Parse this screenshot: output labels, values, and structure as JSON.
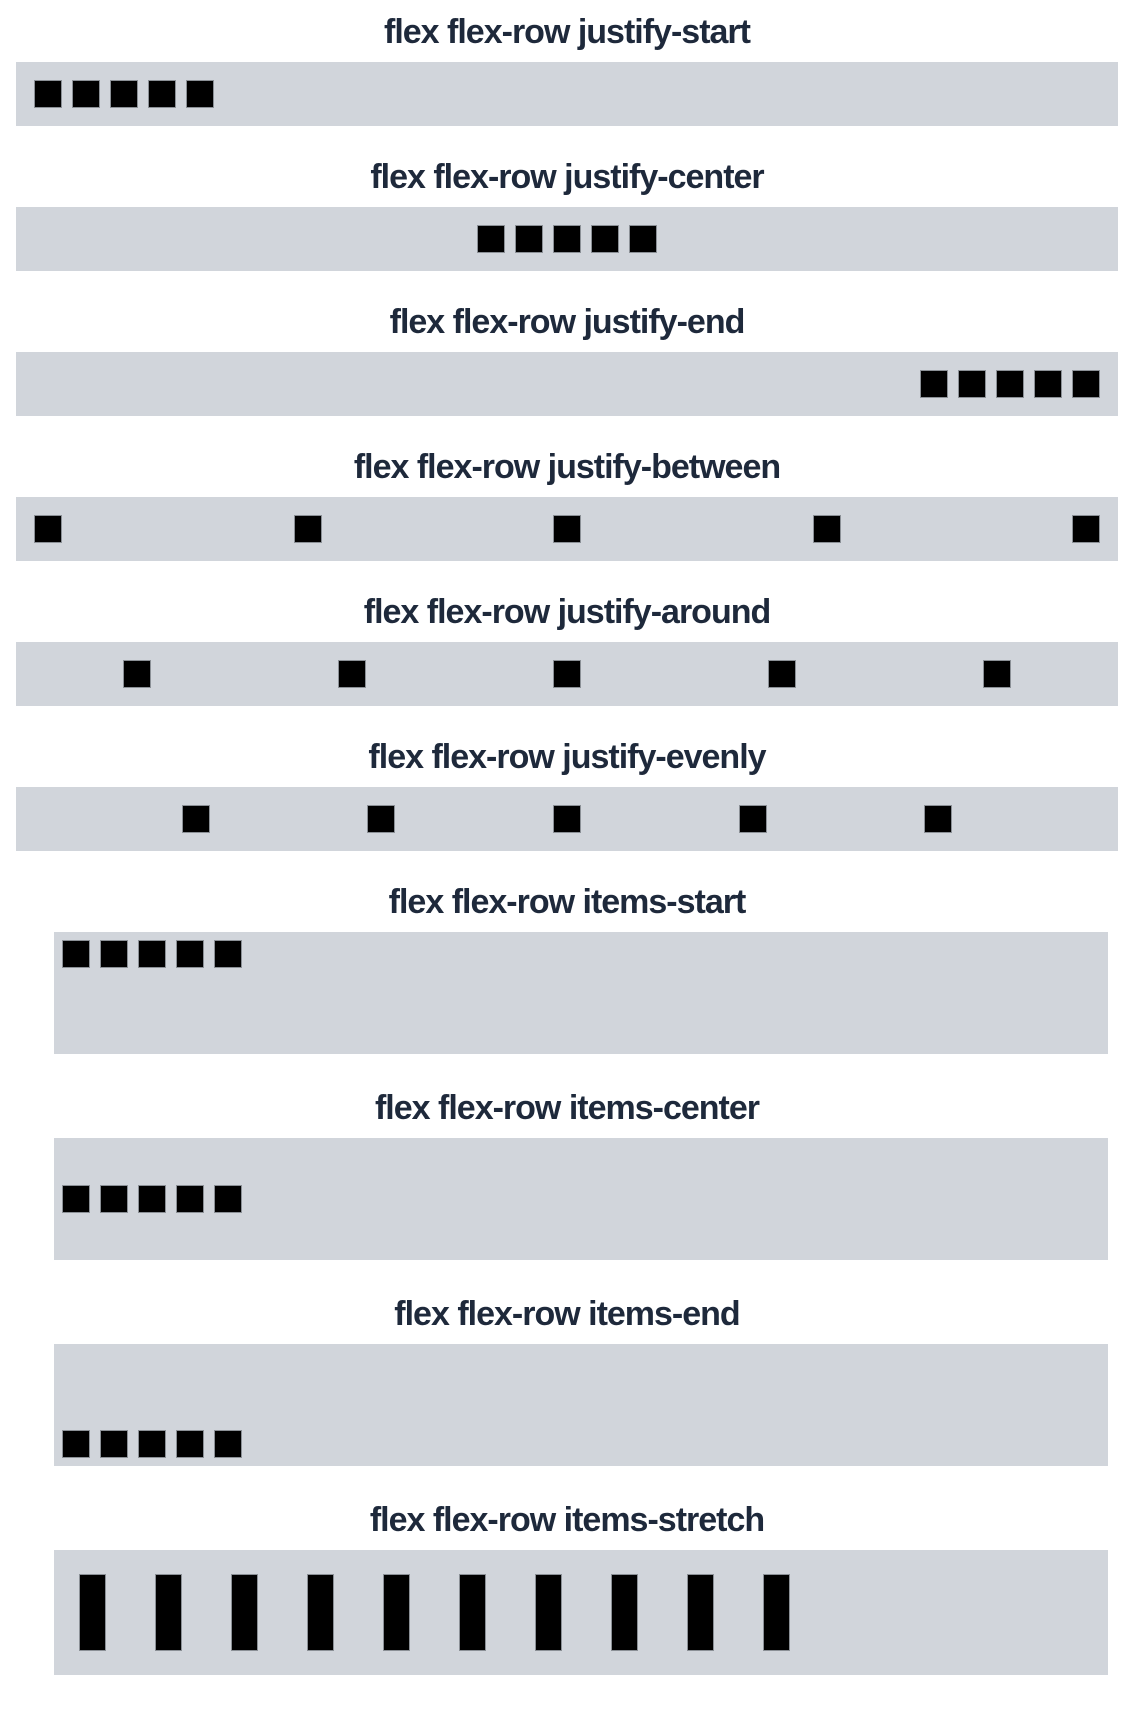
{
  "page": {
    "background": "#ffffff",
    "description": "flexbox alignment demo page"
  },
  "colors": {
    "container_bg": "#d1d5db",
    "item_bg": "#000000",
    "item_border": "#8b9096",
    "title_color": "#1e293b"
  },
  "sections": [
    {
      "title": "flex flex-row justify-start",
      "kind": "justify",
      "justify": "flex-start",
      "align": "center",
      "item_count": 5
    },
    {
      "title": "flex flex-row justify-center",
      "kind": "justify",
      "justify": "center",
      "align": "center",
      "item_count": 5
    },
    {
      "title": "flex flex-row justify-end",
      "kind": "justify",
      "justify": "flex-end",
      "align": "center",
      "item_count": 5
    },
    {
      "title": "flex flex-row justify-between",
      "kind": "justify",
      "justify": "space-between",
      "align": "center",
      "item_count": 5
    },
    {
      "title": "flex flex-row justify-around",
      "kind": "justify",
      "justify": "space-around",
      "align": "center",
      "item_count": 5
    },
    {
      "title": "flex flex-row justify-evenly",
      "kind": "justify",
      "justify": "space-evenly",
      "align": "center",
      "item_count": 5
    },
    {
      "title": "flex flex-row items-start",
      "kind": "items",
      "justify": "flex-start",
      "align": "flex-start",
      "item_count": 5
    },
    {
      "title": "flex flex-row items-center",
      "kind": "items",
      "justify": "flex-start",
      "align": "center",
      "item_count": 5
    },
    {
      "title": "flex flex-row items-end",
      "kind": "items",
      "justify": "flex-start",
      "align": "flex-end",
      "item_count": 5
    },
    {
      "title": "flex flex-row items-stretch",
      "kind": "stretch",
      "justify": "flex-start",
      "align": "stretch",
      "item_count": 10
    }
  ]
}
